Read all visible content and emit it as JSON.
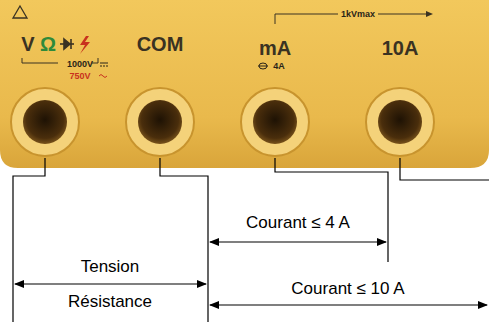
{
  "diagram": {
    "labels": [
      "V",
      "Ω",
      "COM",
      "mA",
      "10A",
      "1000V",
      "750V",
      "4A",
      "1kVmax",
      "Courant ≤ 4 A",
      "Tension",
      "Résistance",
      "Courant ≤ 10 A"
    ]
  }
}
